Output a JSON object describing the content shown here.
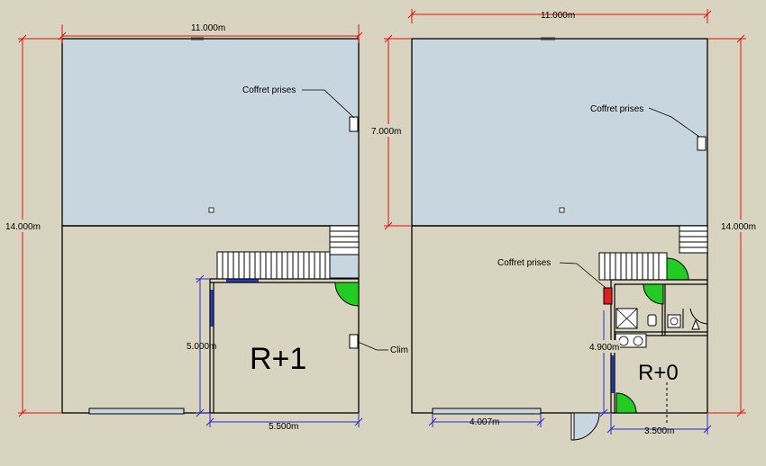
{
  "colors": {
    "background": "#d9d4bf",
    "slab_fill": "#c8d6df",
    "dimension_red": "#e01010",
    "dimension_blue": "#2b2bc8",
    "door_green": "#22cc22",
    "window_blue": "#2a3caa",
    "panel_red": "#e02020"
  },
  "plan_left": {
    "dimensions": {
      "width": "11.000m",
      "height": "14.000m",
      "room_height": "5.000m",
      "room_width": "5.500m"
    },
    "labels": {
      "outlet_box": "Coffret prises",
      "ac_unit": "Clim",
      "level": "R+1"
    }
  },
  "plan_right": {
    "dimensions": {
      "width": "11.000m",
      "upper_height": "7.000m",
      "height": "14.000m",
      "opening_width": "4.007m",
      "room_height": "4.900m",
      "room_width": "3.500m"
    },
    "labels": {
      "outlet_box_upper": "Coffret prises",
      "outlet_box_lower": "Coffret prises",
      "level": "R+0"
    }
  }
}
